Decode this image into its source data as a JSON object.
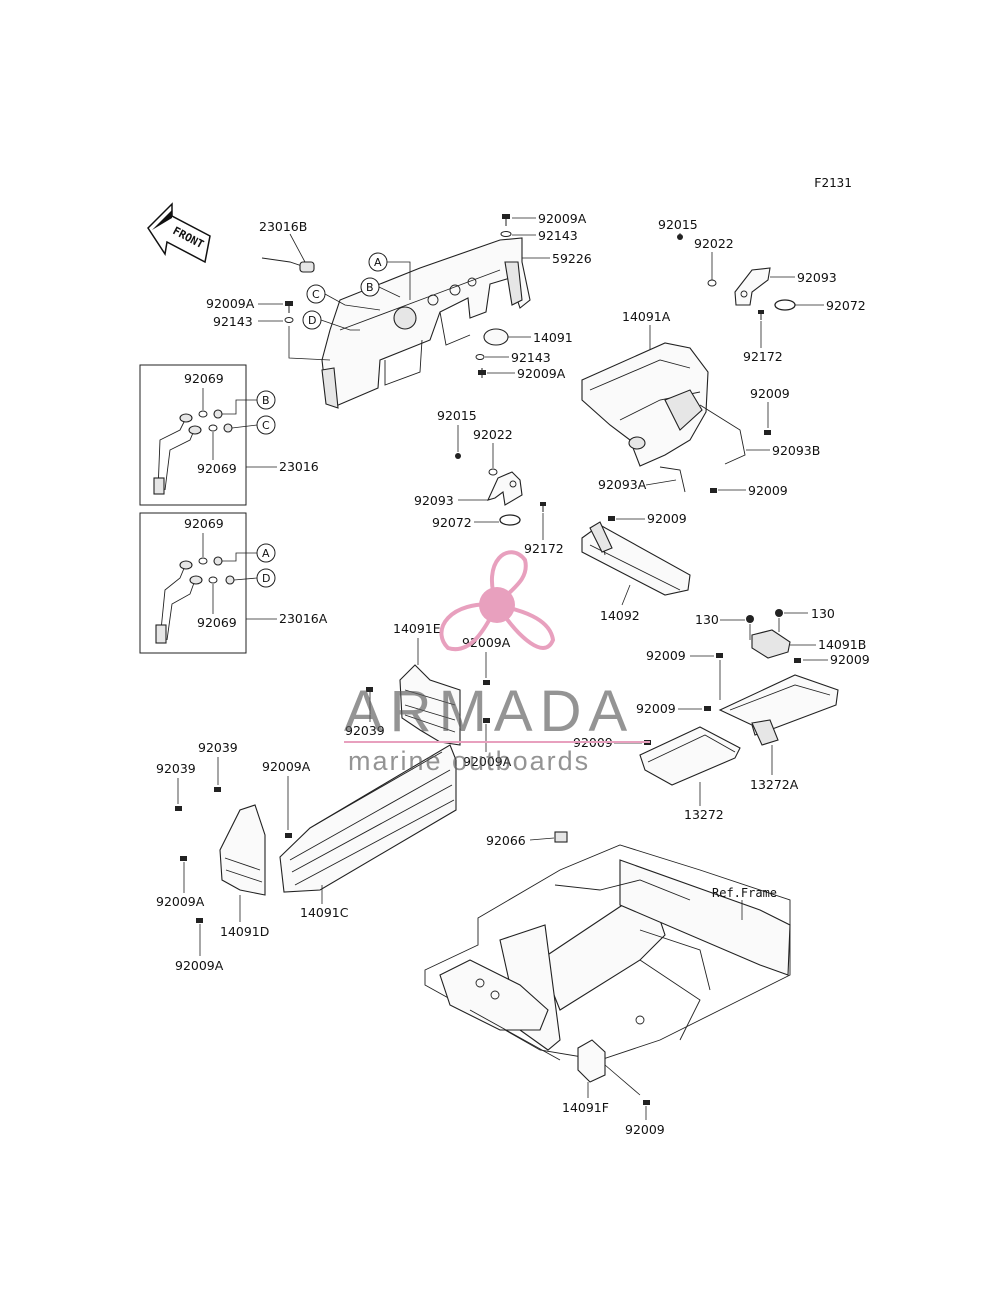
{
  "figure_code": "F2131",
  "front_label": "FRONT",
  "reference_label": "Ref.Frame",
  "watermark": {
    "brand": "ARMADA",
    "tagline": "marine outboards",
    "color": "#e8a0be"
  },
  "callout_letters": [
    "A",
    "B",
    "C",
    "D"
  ],
  "part_labels": {
    "p23016B": "23016B",
    "p92009A_top": "92009A",
    "p92143_top": "92143",
    "p59226": "59226",
    "p92009A_left": "92009A",
    "p92143_left": "92143",
    "p14091": "14091",
    "p92143_mid": "92143",
    "p92009A_mid": "92009A",
    "p92015_tr": "92015",
    "p92022_tr": "92022",
    "p92093_tr": "92093",
    "p92072_tr": "92072",
    "p92172_tr": "92172",
    "p14091A": "14091A",
    "p92009_a": "92009",
    "p92093B": "92093B",
    "p92093A": "92093A",
    "p92009_b": "92009",
    "p92069_1": "92069",
    "p92069_2": "92069",
    "p23016": "23016",
    "p92015_mid": "92015",
    "p92022_mid": "92022",
    "p92093_mid": "92093",
    "p92072_mid": "92072",
    "p92172_mid": "92172",
    "p92009_c": "92009",
    "p14092": "14092",
    "p92069_3": "92069",
    "p92069_4": "92069",
    "p23016A": "23016A",
    "p130_a": "130",
    "p130_b": "130",
    "p14091B": "14091B",
    "p92009_d": "92009",
    "p92009_e": "92009",
    "p14091E": "14091E",
    "p92009A_e1": "92009A",
    "p92039_e": "92039",
    "p92009A_e2": "92009A",
    "p92009_f": "92009",
    "p92009_g": "92009",
    "p13272": "13272",
    "p13272A": "13272A",
    "p92039_a": "92039",
    "p92039_b": "92039",
    "p92009A_c": "92009A",
    "p92009A_d1": "92009A",
    "p14091D": "14091D",
    "p92009A_d2": "92009A",
    "p14091C": "14091C",
    "p92066": "92066",
    "p14091F": "14091F",
    "p92009_h": "92009"
  }
}
